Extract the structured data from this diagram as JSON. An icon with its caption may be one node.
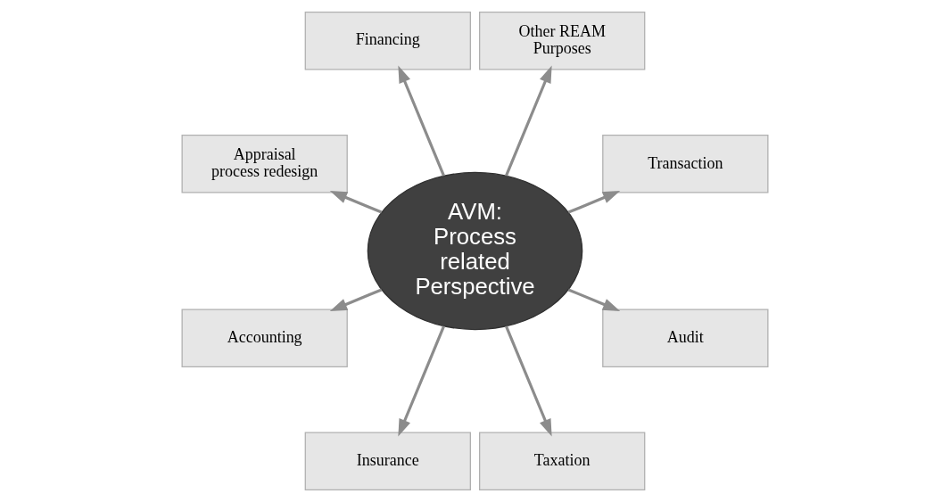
{
  "diagram": {
    "nodes": [
      {
        "text": [
          "Transaction"
        ]
      },
      {
        "text": [
          "Other REAM Purposes"
        ]
      },
      {
        "text": [
          "Financing"
        ]
      },
      {
        "text": [
          "Appraisal process redesign"
        ]
      },
      {
        "text": [
          "AVM: Process related Perspective"
        ]
      },
      {
        "text": [
          "Accounting"
        ]
      },
      {
        "text": [
          "Insurance"
        ]
      },
      {
        "text": [
          "Taxation"
        ]
      },
      {
        "text": [
          "Audit"
        ]
      }
    ],
    "edges": [
      {
        "from": 4,
        "to": 0,
        "arrow": "to"
      },
      {
        "from": 4,
        "to": 1,
        "arrow": "to"
      },
      {
        "from": 4,
        "to": 2,
        "arrow": "to"
      },
      {
        "from": 4,
        "to": 3,
        "arrow": "to"
      },
      {
        "from": 4,
        "to": 5,
        "arrow": "to"
      },
      {
        "from": 4,
        "to": 6,
        "arrow": "to"
      },
      {
        "from": 4,
        "to": 7,
        "arrow": "to"
      },
      {
        "from": 4,
        "to": 8,
        "arrow": "to"
      }
    ]
  }
}
